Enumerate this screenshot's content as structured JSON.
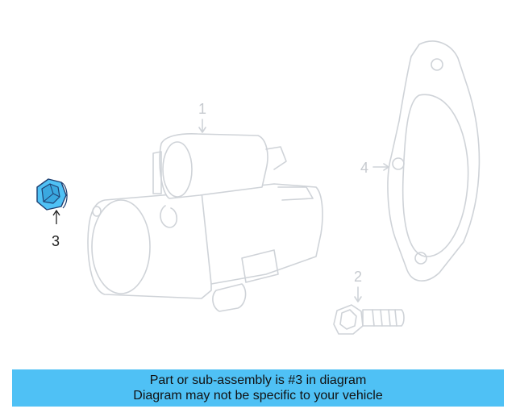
{
  "callouts": {
    "starter": "1",
    "bolt": "2",
    "nut": "3",
    "gasket": "4"
  },
  "banner": {
    "line1": "Part or sub-assembly is #3 in diagram",
    "line2": "Diagram may not be specific to your vehicle"
  },
  "colors": {
    "highlight": "#4fc1f5",
    "highlight_stroke": "#1f3f70",
    "ghost_stroke": "#cfd3d8"
  }
}
